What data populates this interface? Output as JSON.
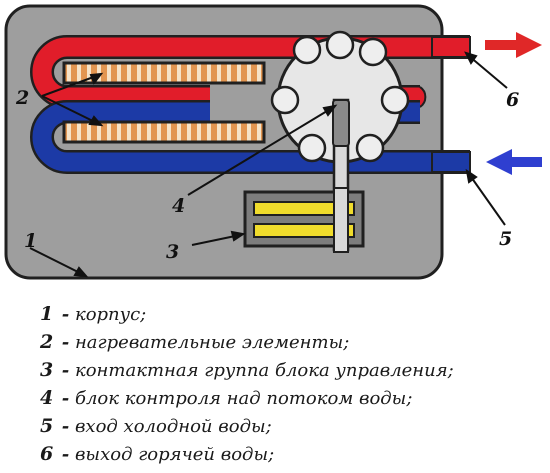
{
  "callouts": [
    "1",
    "2",
    "3",
    "4",
    "5",
    "6"
  ],
  "legend": [
    {
      "num": "1",
      "text": "корпус;"
    },
    {
      "num": "2",
      "text": "нагревательные элементы;"
    },
    {
      "num": "3",
      "text": "контактная группа блока управления;"
    },
    {
      "num": "4",
      "text": "блок контроля над потоком воды;"
    },
    {
      "num": "5",
      "text": "вход холодной воды;"
    },
    {
      "num": "6",
      "text": "выход горячей воды;"
    }
  ],
  "colors": {
    "housing_fill": "#9e9e9e",
    "hot_pipe": "#e11d2a",
    "cold_pipe": "#1c3aa6",
    "heating_element": "#e8a867",
    "control_block": "#f0dc2c",
    "hot_arrow": "#e02828",
    "cold_arrow": "#2f3fd0"
  }
}
